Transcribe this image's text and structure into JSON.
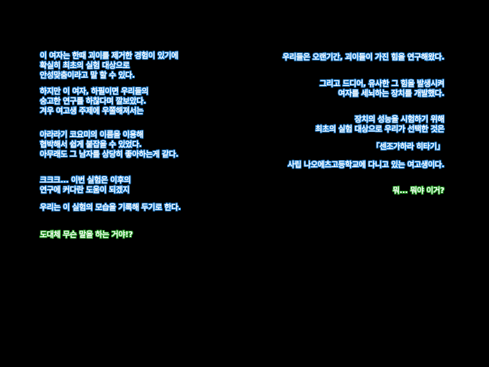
{
  "colors": {
    "background": "#000000",
    "text_fill": "#ffffff",
    "outline_blue": "#1f7fd1",
    "outline_green": "#29a329"
  },
  "left_column": [
    {
      "lines": [
        "이 여자는 한때 괴이를 제거한 경험이 있기에",
        "확실히 최초의 실험 대상으로",
        "안성맞춤이라고 말 할 수 있다."
      ]
    },
    {
      "lines": [
        "하지만 이 여자, 하필이면 우리들의",
        "숭고한 연구를 하찮다며 깔보았다.",
        "겨우 여고생 주제에 우쭐해져서는"
      ]
    },
    {
      "lines": [
        "아라라기 코요미의 이름을 이용해",
        "협박해서 쉽게 붙잡을 수 있었다.",
        "아무래도 그 남자를 상당히 좋아하는게 같다."
      ]
    },
    {
      "lines": [
        "크크크... 이번 실험은 이후의",
        "연구에 커다란 도움이 되겠지"
      ]
    },
    {
      "lines": [
        "우리는 이 실험의 모습을 기록해 두기로 한다."
      ]
    },
    {
      "lines": [
        "도대체 무슨 말을 하는 거야!?"
      ]
    }
  ],
  "right_column": [
    {
      "lines": [
        "우리들은 오랜기간, 괴이들이 가진 힘을 연구해왔다."
      ]
    },
    {
      "lines": [
        "그리고 드디어, 유사한 그 힘을 발생시켜",
        "여자를 세뇌하는 장치를 개발했다."
      ]
    },
    {
      "lines": [
        "장치의 성능을 시험하기 위해",
        "최초의 실험 대상으로 우리가 선택한 것은"
      ]
    },
    {
      "lines": [
        "「센조가하라 히타기」"
      ]
    },
    {
      "lines": [
        "사립 나오에츠고등학교에 다니고 있는 여고생이다."
      ]
    },
    {
      "lines": [
        "뭐... 뭐야 이거?"
      ]
    }
  ]
}
